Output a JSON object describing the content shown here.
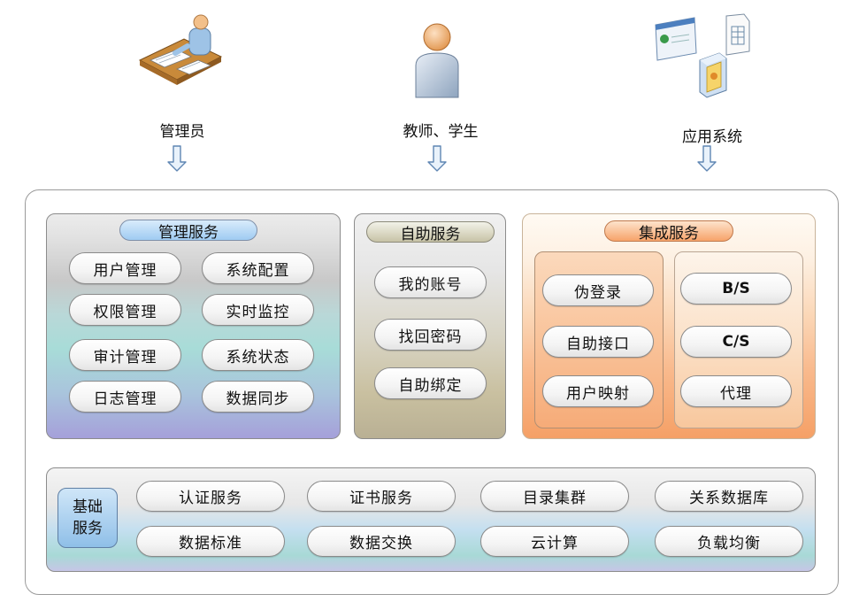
{
  "actors": [
    {
      "label": "管理员",
      "icon": "admin-at-desk-icon"
    },
    {
      "label": "教师、学生",
      "icon": "person-icon"
    },
    {
      "label": "应用系统",
      "icon": "application-documents-icon"
    }
  ],
  "management": {
    "title": "管理服务",
    "items": [
      "用户管理",
      "系统配置",
      "权限管理",
      "实时监控",
      "审计管理",
      "系统状态",
      "日志管理",
      "数据同步"
    ]
  },
  "self_service": {
    "title": "自助服务",
    "items": [
      "我的账号",
      "找回密码",
      "自助绑定"
    ]
  },
  "integration": {
    "title": "集成服务",
    "left_items": [
      "伪登录",
      "自助接口",
      "用户映射"
    ],
    "right_items": [
      "B/S",
      "C/S",
      "代理"
    ]
  },
  "base": {
    "label_line1": "基础",
    "label_line2": "服务",
    "row1": [
      "认证服务",
      "证书服务",
      "目录集群",
      "关系数据库"
    ],
    "row2": [
      "数据标准",
      "数据交换",
      "云计算",
      "负载均衡"
    ]
  },
  "colors": {
    "management_title": "#9fcbf2",
    "self_service_title": "#c7c3a6",
    "integration_title": "#f7a36a",
    "base_label": "#8fbfe8"
  }
}
